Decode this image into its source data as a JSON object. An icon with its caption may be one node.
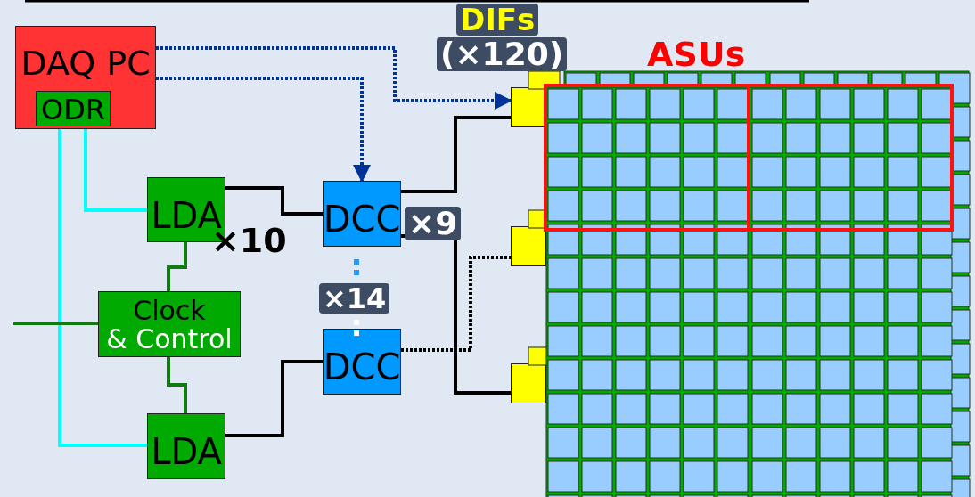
{
  "diagram": {
    "nodes": [
      {
        "text": [
          "DAQ PC"
        ]
      },
      {
        "text": [
          "ODR"
        ],
        "in": 0
      },
      {
        "text": [
          "LDA"
        ]
      },
      {
        "text": [
          "Clock",
          "& Control"
        ]
      },
      {
        "text": [
          "LDA"
        ]
      },
      {
        "text": [
          "DCC"
        ]
      },
      {
        "text": [
          "DCC"
        ]
      },
      {
        "text": [],
        "shape": "box"
      },
      {
        "text": [],
        "shape": "box"
      },
      {
        "text": [],
        "shape": "box"
      }
    ],
    "edges": [
      {
        "from": 0,
        "to": 7,
        "arrow": "to",
        "style": "dashed",
        "color": "#003399"
      },
      {
        "from": 0,
        "to": 5,
        "arrow": "to",
        "style": "dashed",
        "color": "#003399"
      },
      {
        "from": 1,
        "to": 2,
        "arrow": "none",
        "color": "#00ffff"
      },
      {
        "from": 1,
        "to": 4,
        "arrow": "none",
        "color": "#00ffff"
      },
      {
        "from": 2,
        "to": 5,
        "arrow": "none"
      },
      {
        "from": 4,
        "to": 6,
        "arrow": "none"
      },
      {
        "from": 3,
        "to": 2,
        "arrow": "none",
        "color": "#117a11"
      },
      {
        "from": 3,
        "to": 4,
        "arrow": "none",
        "color": "#117a11"
      },
      {
        "from": null,
        "to": 3,
        "arrow": "none",
        "color": "#117a11"
      },
      {
        "from": 5,
        "to": 7,
        "arrow": "none"
      },
      {
        "from": 5,
        "to": 9,
        "arrow": "none"
      },
      {
        "from": 6,
        "to": 8,
        "arrow": "none",
        "style": "dashed"
      }
    ],
    "labels": [
      "DIFs",
      "(×120)",
      "ASUs",
      "×10",
      "×9",
      "×14"
    ]
  }
}
